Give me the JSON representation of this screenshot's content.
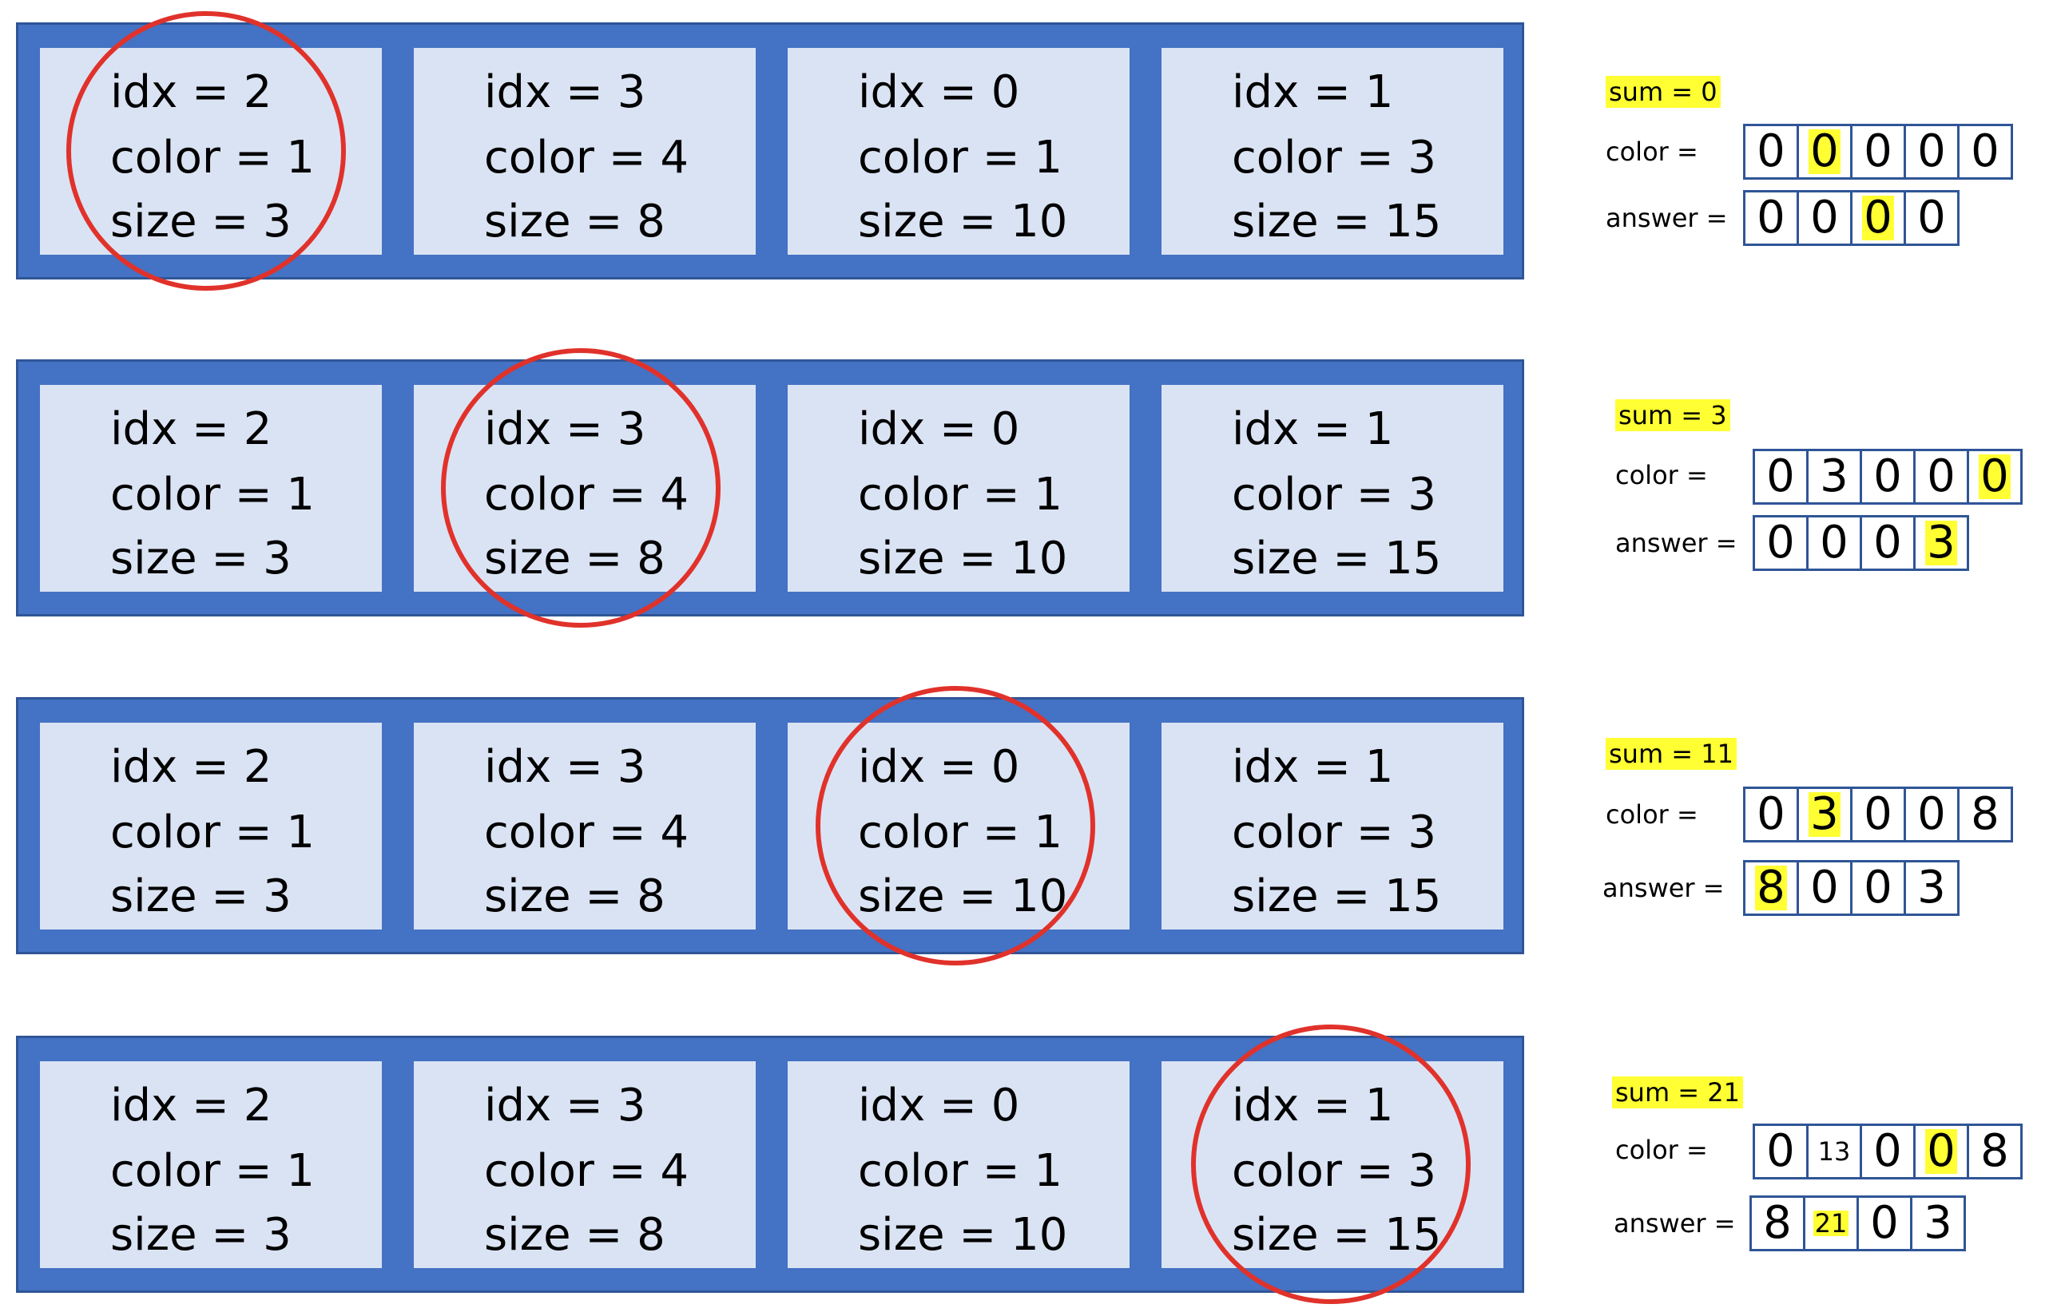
{
  "cells": [
    {
      "idx_text": "idx = 2",
      "color_text": "color = 1",
      "size_text": "size = 3"
    },
    {
      "idx_text": "idx = 3",
      "color_text": "color = 4",
      "size_text": "size = 8"
    },
    {
      "idx_text": "idx = 0",
      "color_text": "color = 1",
      "size_text": "size = 10"
    },
    {
      "idx_text": "idx = 1",
      "color_text": "color = 3",
      "size_text": "size = 15"
    }
  ],
  "steps": [
    {
      "circled_cell": 0,
      "sum_text": "sum = 0",
      "color_label": "color =",
      "answer_label": "answer =",
      "color_values": [
        "0",
        "0",
        "0",
        "0",
        "0"
      ],
      "color_highlight": [
        1
      ],
      "answer_values": [
        "0",
        "0",
        "0",
        "0"
      ],
      "answer_highlight": [
        2
      ]
    },
    {
      "circled_cell": 1,
      "sum_text": "sum = 3",
      "color_label": "color =",
      "answer_label": "answer =",
      "color_values": [
        "0",
        "3",
        "0",
        "0",
        "0"
      ],
      "color_highlight": [
        4
      ],
      "answer_values": [
        "0",
        "0",
        "0",
        "3"
      ],
      "answer_highlight": [
        3
      ]
    },
    {
      "circled_cell": 2,
      "sum_text": "sum = 11",
      "color_label": "color =",
      "answer_label": "answer =",
      "color_values": [
        "0",
        "3",
        "0",
        "0",
        "8"
      ],
      "color_highlight": [
        1
      ],
      "answer_values": [
        "8",
        "0",
        "0",
        "3"
      ],
      "answer_highlight": [
        0
      ]
    },
    {
      "circled_cell": 3,
      "sum_text": "sum = 21",
      "color_label": "color =",
      "answer_label": "answer =",
      "color_values": [
        "0",
        "13",
        "0",
        "0",
        "8"
      ],
      "color_highlight": [
        3
      ],
      "answer_values": [
        "8",
        "21",
        "0",
        "3"
      ],
      "answer_highlight": [
        1
      ]
    }
  ],
  "colors": {
    "row_fill": "#4472C4",
    "cell_fill": "#DAE3F3",
    "circle": "#E0322B",
    "highlight": "#FFFF33",
    "box_border": "#2F5597"
  }
}
